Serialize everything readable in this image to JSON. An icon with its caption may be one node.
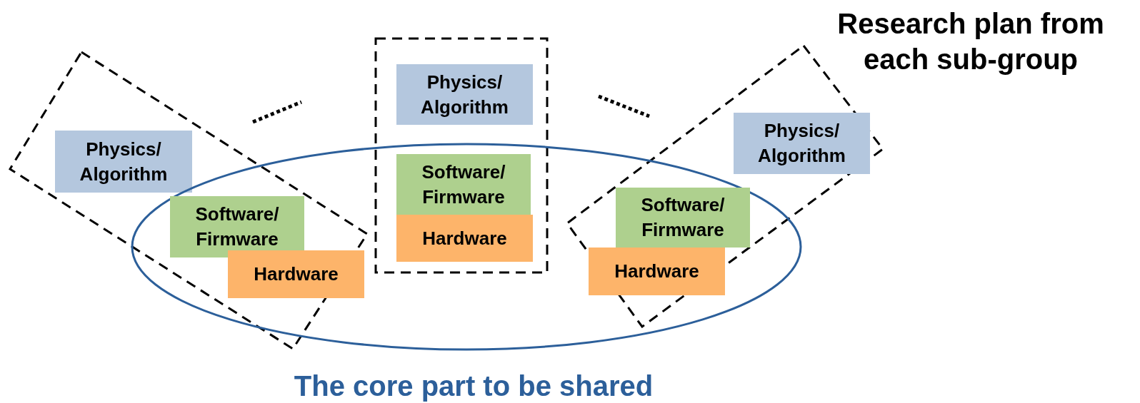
{
  "diagram": {
    "nodes": [
      {
        "text": [
          "The core part to be shared"
        ]
      },
      {
        "text": [],
        "shape": "box"
      },
      {
        "text": [],
        "shape": "box"
      },
      {
        "text": [],
        "shape": "box"
      },
      {
        "text": [
          "Physics/ Algorithm"
        ],
        "in": 1
      },
      {
        "text": [
          "Software/ Firmware"
        ]
      },
      {
        "text": [
          "Hardware"
        ]
      },
      {
        "text": [
          "Physics/ Algorithm"
        ],
        "in": 2
      },
      {
        "text": [
          "Software/ Firmware"
        ]
      },
      {
        "text": [
          "Hardware"
        ]
      },
      {
        "text": [
          "Physics/ Algorithm"
        ],
        "in": 3
      },
      {
        "text": [
          "Software/ Firmware"
        ]
      },
      {
        "text": [
          "Hardware"
        ]
      }
    ],
    "labels": [
      "Research plan from each sub-group"
    ]
  }
}
